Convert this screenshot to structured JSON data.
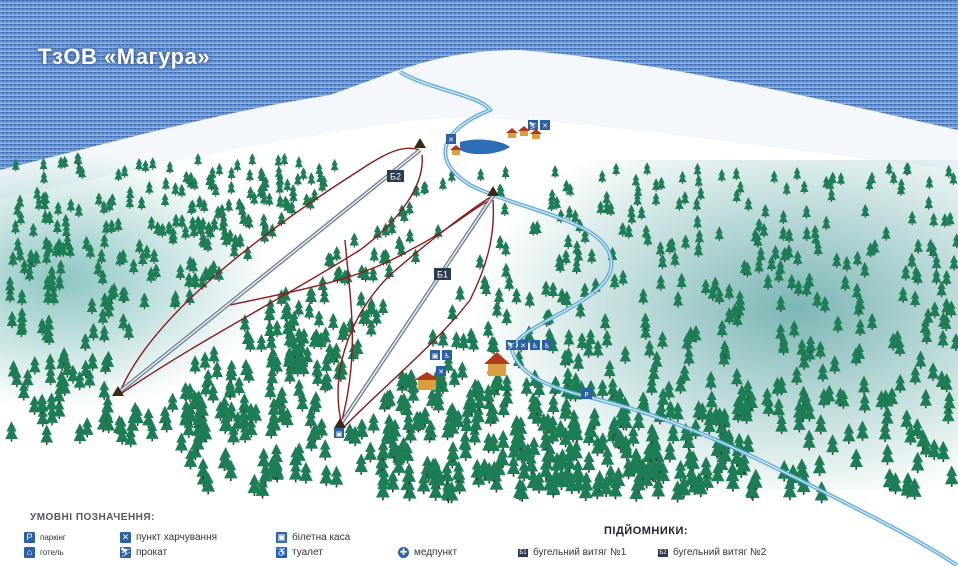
{
  "title": "ТзОВ «Магура»",
  "colors": {
    "sky": "#3f6fb8",
    "snow": "#ffffff",
    "forest": "#1e8a5a",
    "trail": "#8b1a1a",
    "road": "#5aa6d8",
    "icon": "#2b5fa6"
  },
  "lift_labels": [
    "Б2",
    "Б1"
  ],
  "legend": {
    "heading": "УМОВНІ ПОЗНАЧЕННЯ:",
    "items": [
      {
        "label": "паркінг",
        "icon": "parking-icon"
      },
      {
        "label": "готель",
        "icon": "hotel-icon"
      },
      {
        "label": "пункт харчування",
        "icon": "food-icon"
      },
      {
        "label": "прокат",
        "icon": "rental-icon"
      },
      {
        "label": "білетна каса",
        "icon": "ticket-icon"
      },
      {
        "label": "туалет",
        "icon": "toilet-icon"
      },
      {
        "label": "медпункт",
        "icon": "medical-icon"
      }
    ]
  },
  "lifts": {
    "heading": "ПІДЙОМНИКИ:",
    "items": [
      {
        "code": "Б1",
        "label": "бугельний витяг №1"
      },
      {
        "code": "Б2",
        "label": "бугельний витяг №2"
      }
    ]
  }
}
